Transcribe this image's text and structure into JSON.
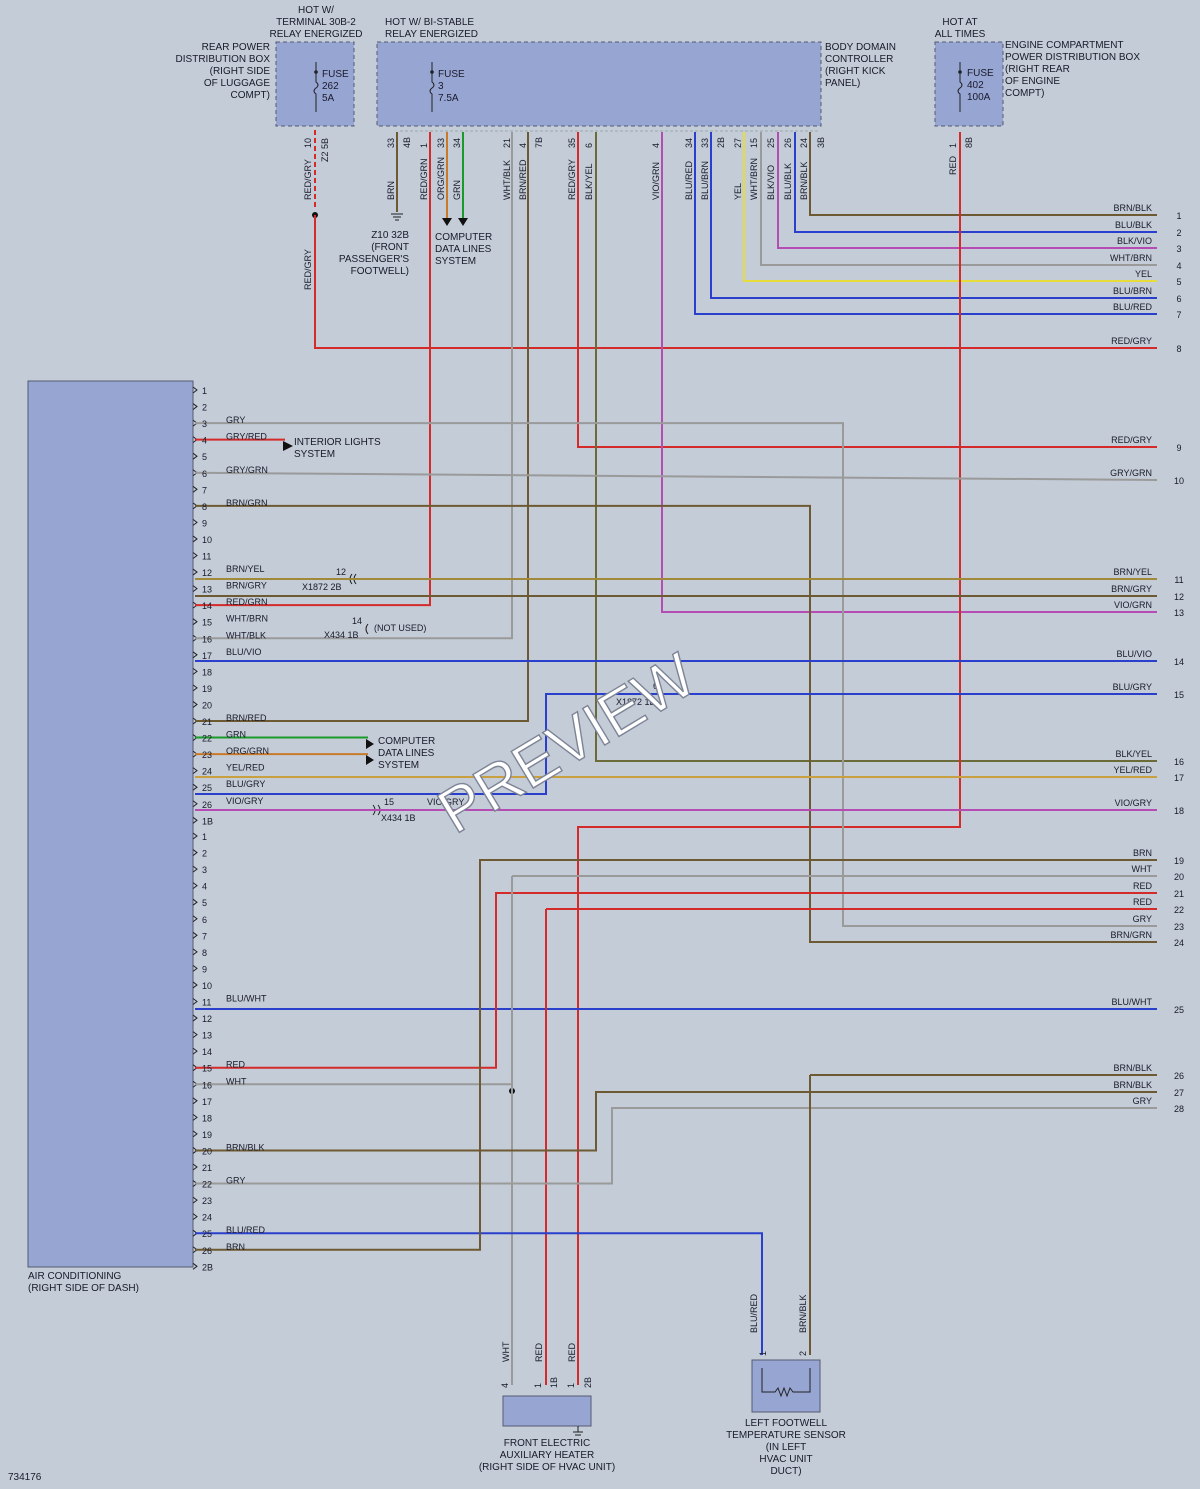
{
  "colors": {
    "background": "#c3ccd7",
    "component": "#97a5d3",
    "RED": "#d42a2a",
    "GRY": "#9a9a9a",
    "BRN": "#6e5a32",
    "BLU": "#2a3fcc",
    "VIO": "#b44cb4",
    "YEL": "#e6dc3a",
    "GRN": "#1a9a2a",
    "ORG": "#c87a2a",
    "WHT": "#dedede"
  },
  "diagram_id": "734176",
  "watermark": "PREVIEW",
  "components": {
    "rear_pdb": {
      "hot": [
        "HOT W/",
        "TERMINAL 30B-2",
        "RELAY ENERGIZED"
      ],
      "name": [
        "REAR POWER",
        "DISTRIBUTION BOX",
        "(RIGHT SIDE",
        "OF LUGGAGE",
        "COMPT)"
      ],
      "fuse": [
        "FUSE",
        "262",
        "5A"
      ],
      "pins": [
        "10",
        "Z2 5B"
      ]
    },
    "bdc": {
      "hot": [
        "HOT W/ BI-STABLE",
        "RELAY ENERGIZED"
      ],
      "name": [
        "BODY DOMAIN",
        "CONTROLLER",
        "(RIGHT KICK",
        "PANEL)"
      ],
      "fuse": [
        "FUSE",
        "3",
        "7.5A"
      ]
    },
    "engine_pdb": {
      "hot": [
        "HOT AT",
        "ALL TIMES"
      ],
      "name": [
        "ENGINE COMPARTMENT",
        "POWER DISTRIBUTION BOX",
        "(RIGHT REAR",
        "OF ENGINE",
        "COMPT)"
      ],
      "fuse": [
        "FUSE",
        "402",
        "100A"
      ],
      "pins": [
        "1",
        "8B"
      ]
    },
    "ac": {
      "name": [
        "AIR CONDITIONING",
        "(RIGHT SIDE OF DASH)"
      ]
    },
    "heater": {
      "name": [
        "FRONT ELECTRIC",
        "AUXILIARY HEATER",
        "(RIGHT SIDE OF HVAC UNIT)"
      ],
      "pins": [
        "4",
        "1",
        "1B",
        "1",
        "2B"
      ],
      "wires": [
        "WHT",
        "RED",
        "RED"
      ]
    },
    "sensor": {
      "name": [
        "LEFT FOOTWELL",
        "TEMPERATURE SENSOR",
        "(IN LEFT",
        "HVAC UNIT",
        "DUCT)"
      ],
      "pins": [
        "1",
        "2"
      ],
      "wires": [
        "BLU/RED",
        "BRN/BLK"
      ]
    }
  },
  "bdc_pins": [
    {
      "pin": "33",
      "conn": "4B",
      "wire": "BRN"
    },
    {
      "pin": "1",
      "conn": "",
      "wire": "RED/GRN"
    },
    {
      "pin": "33",
      "conn": "",
      "wire": "ORG/GRN"
    },
    {
      "pin": "34",
      "conn": "",
      "wire": "GRN"
    },
    {
      "pin": "21",
      "conn": "",
      "wire": "WHT/BLK"
    },
    {
      "pin": "4",
      "conn": "7B",
      "wire": "BRN/RED"
    },
    {
      "pin": "35",
      "conn": "",
      "wire": "RED/GRY"
    },
    {
      "pin": "6",
      "conn": "",
      "wire": "BLK/YEL"
    },
    {
      "pin": "4",
      "conn": "",
      "wire": "VIO/GRN"
    },
    {
      "pin": "34",
      "conn": "",
      "wire": "BLU/RED"
    },
    {
      "pin": "33",
      "conn": "",
      "wire": "BLU/BRN"
    },
    {
      "pin": "2B",
      "conn": "",
      "wire": ""
    },
    {
      "pin": "27",
      "conn": "",
      "wire": "YEL"
    },
    {
      "pin": "15",
      "conn": "",
      "wire": "WHT/BRN"
    },
    {
      "pin": "25",
      "conn": "",
      "wire": "BLK/VIO"
    },
    {
      "pin": "26",
      "conn": "",
      "wire": "BLU/BLK"
    },
    {
      "pin": "24",
      "conn": "",
      "wire": "BRN/BLK"
    },
    {
      "pin": "3B",
      "conn": "",
      "wire": ""
    }
  ],
  "rear_wire": [
    "RED/GRY",
    "RED/GRY"
  ],
  "engine_wire": "RED",
  "ground": [
    "Z10 32B",
    "(FRONT",
    "PASSENGER'S",
    "FOOTWELL)"
  ],
  "computer_data": [
    "COMPUTER",
    "DATA LINES",
    "SYSTEM"
  ],
  "interior_lights": [
    "INTERIOR LIGHTS",
    "SYSTEM"
  ],
  "ac_pins_a": [
    {
      "pin": "1",
      "wire": ""
    },
    {
      "pin": "2",
      "wire": ""
    },
    {
      "pin": "3",
      "wire": "GRY"
    },
    {
      "pin": "4",
      "wire": "GRY/RED"
    },
    {
      "pin": "5",
      "wire": ""
    },
    {
      "pin": "6",
      "wire": "GRY/GRN"
    },
    {
      "pin": "7",
      "wire": ""
    },
    {
      "pin": "8",
      "wire": "BRN/GRN"
    },
    {
      "pin": "9",
      "wire": ""
    },
    {
      "pin": "10",
      "wire": ""
    },
    {
      "pin": "11",
      "wire": ""
    },
    {
      "pin": "12",
      "wire": "BRN/YEL"
    },
    {
      "pin": "13",
      "wire": "BRN/GRY"
    },
    {
      "pin": "14",
      "wire": "RED/GRN"
    },
    {
      "pin": "15",
      "wire": "WHT/BRN"
    },
    {
      "pin": "16",
      "wire": "WHT/BLK"
    },
    {
      "pin": "17",
      "wire": "BLU/VIO"
    },
    {
      "pin": "18",
      "wire": ""
    },
    {
      "pin": "19",
      "wire": ""
    },
    {
      "pin": "20",
      "wire": ""
    },
    {
      "pin": "21",
      "wire": "BRN/RED"
    },
    {
      "pin": "22",
      "wire": "GRN"
    },
    {
      "pin": "23",
      "wire": "ORG/GRN"
    },
    {
      "pin": "24",
      "wire": "YEL/RED"
    },
    {
      "pin": "25",
      "wire": "BLU/GRY"
    },
    {
      "pin": "26",
      "wire": "VIO/GRY"
    },
    {
      "pin": "1B",
      "wire": ""
    }
  ],
  "ac_pins_b": [
    {
      "pin": "1",
      "wire": ""
    },
    {
      "pin": "2",
      "wire": ""
    },
    {
      "pin": "3",
      "wire": ""
    },
    {
      "pin": "4",
      "wire": ""
    },
    {
      "pin": "5",
      "wire": ""
    },
    {
      "pin": "6",
      "wire": ""
    },
    {
      "pin": "7",
      "wire": ""
    },
    {
      "pin": "8",
      "wire": ""
    },
    {
      "pin": "9",
      "wire": ""
    },
    {
      "pin": "10",
      "wire": ""
    },
    {
      "pin": "11",
      "wire": "BLU/WHT"
    },
    {
      "pin": "12",
      "wire": ""
    },
    {
      "pin": "13",
      "wire": ""
    },
    {
      "pin": "14",
      "wire": ""
    },
    {
      "pin": "15",
      "wire": "RED"
    },
    {
      "pin": "16",
      "wire": "WHT"
    },
    {
      "pin": "17",
      "wire": ""
    },
    {
      "pin": "18",
      "wire": ""
    },
    {
      "pin": "19",
      "wire": ""
    },
    {
      "pin": "20",
      "wire": "BRN/BLK"
    },
    {
      "pin": "21",
      "wire": ""
    },
    {
      "pin": "22",
      "wire": "GRY"
    },
    {
      "pin": "23",
      "wire": ""
    },
    {
      "pin": "24",
      "wire": ""
    },
    {
      "pin": "25",
      "wire": "BLU/RED"
    },
    {
      "pin": "26",
      "wire": "BRN"
    },
    {
      "pin": "2B",
      "wire": ""
    }
  ],
  "connectors": {
    "x1872_a": {
      "pin": "12",
      "name": "X1872 2B"
    },
    "x434_a": {
      "pin": "14",
      "name": "X434 1B",
      "note": "(NOT USED)"
    },
    "x1872_b": {
      "pin": "6",
      "name": "X1872 1B"
    },
    "x434_b": {
      "pin": "15",
      "name": "X434 1B",
      "wire": "VIO/GRY"
    }
  },
  "right_wires": [
    {
      "num": "1",
      "label": "BRN/BLK"
    },
    {
      "num": "2",
      "label": "BLU/BLK"
    },
    {
      "num": "3",
      "label": "BLK/VIO"
    },
    {
      "num": "4",
      "label": "WHT/BRN"
    },
    {
      "num": "5",
      "label": "YEL"
    },
    {
      "num": "6",
      "label": "BLU/BRN"
    },
    {
      "num": "7",
      "label": "BLU/RED"
    },
    {
      "num": "8",
      "label": "RED/GRY"
    },
    {
      "num": "9",
      "label": "RED/GRY"
    },
    {
      "num": "10",
      "label": "GRY/GRN"
    },
    {
      "num": "11",
      "label": "BRN/YEL"
    },
    {
      "num": "12",
      "label": "BRN/GRY"
    },
    {
      "num": "13",
      "label": "VIO/GRN"
    },
    {
      "num": "14",
      "label": "BLU/VIO"
    },
    {
      "num": "15",
      "label": "BLU/GRY"
    },
    {
      "num": "16",
      "label": "BLK/YEL"
    },
    {
      "num": "17",
      "label": "YEL/RED"
    },
    {
      "num": "18",
      "label": "VIO/GRY"
    },
    {
      "num": "19",
      "label": "BRN"
    },
    {
      "num": "20",
      "label": "WHT"
    },
    {
      "num": "21",
      "label": "RED"
    },
    {
      "num": "22",
      "label": "RED"
    },
    {
      "num": "23",
      "label": "GRY"
    },
    {
      "num": "24",
      "label": "BRN/GRN"
    },
    {
      "num": "25",
      "label": "BLU/WHT"
    },
    {
      "num": "26",
      "label": "BRN/BLK"
    },
    {
      "num": "27",
      "label": "BRN/BLK"
    },
    {
      "num": "28",
      "label": "GRY"
    }
  ]
}
